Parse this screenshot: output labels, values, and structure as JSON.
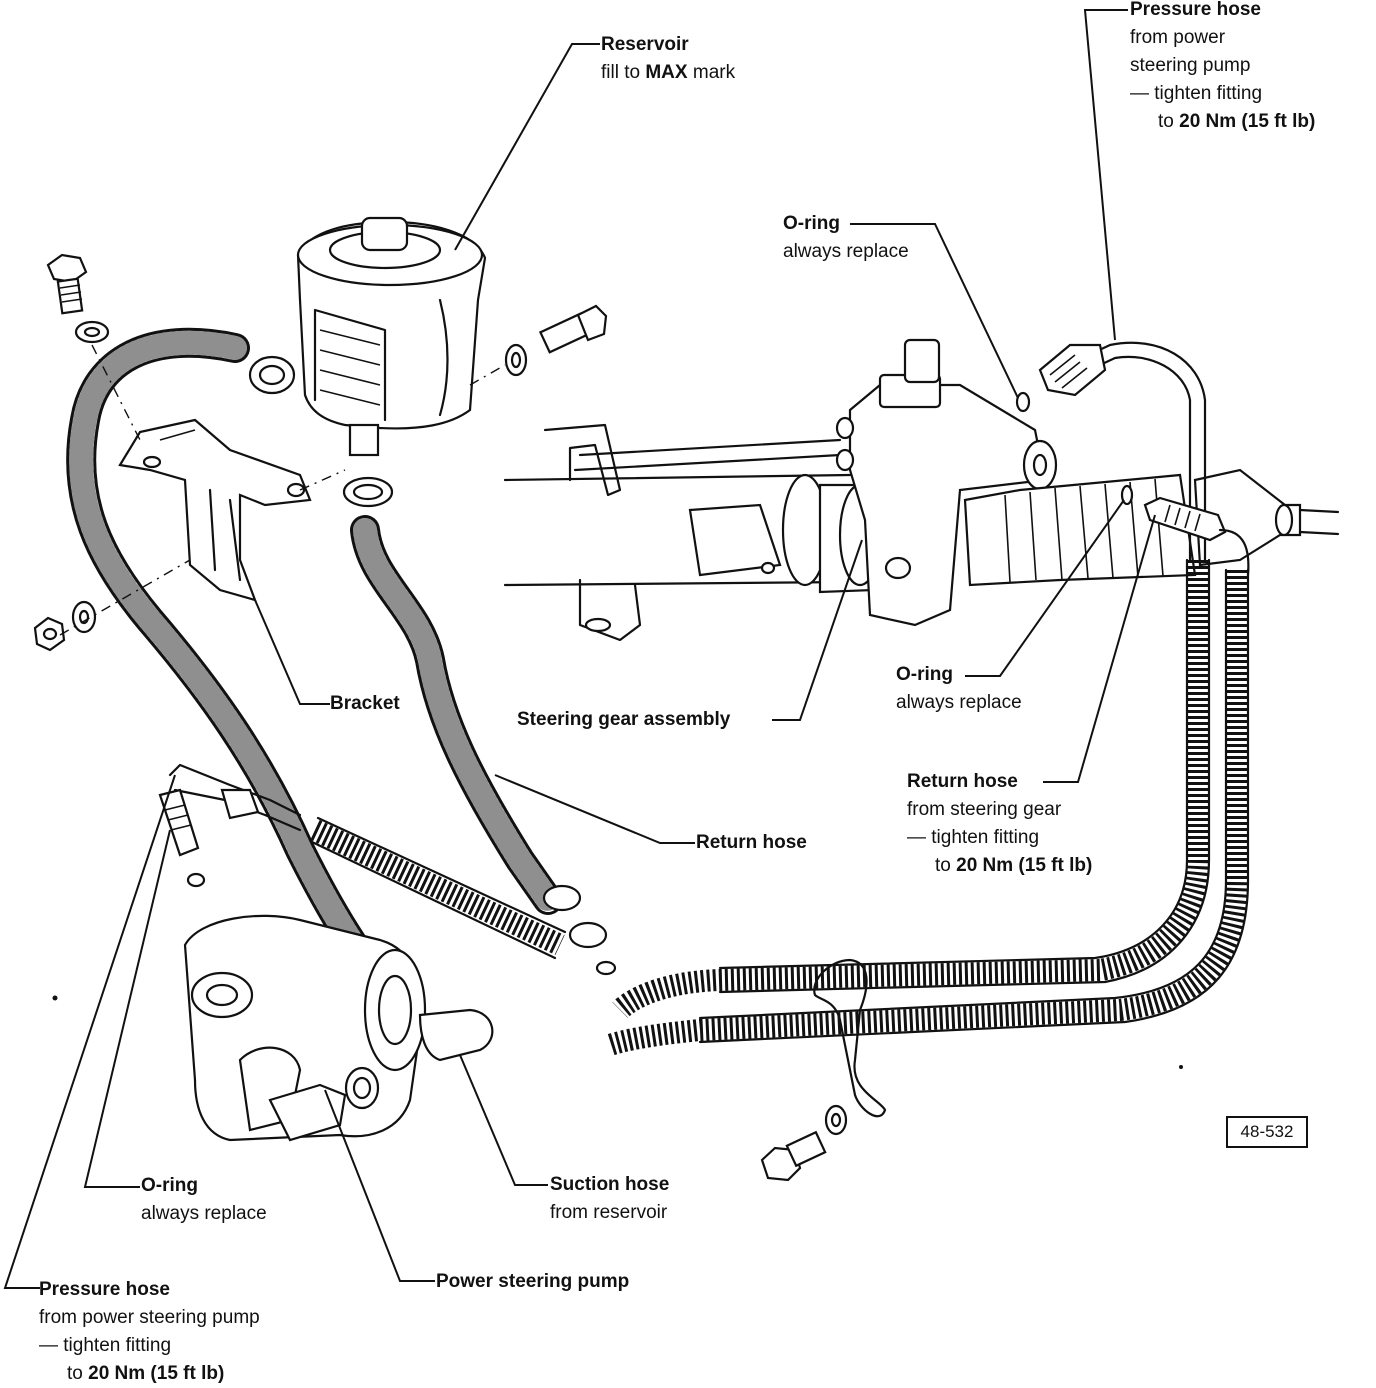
{
  "labels": {
    "reservoir": {
      "title": "Reservoir",
      "line1_pre": "fill to ",
      "line1_bold": "MAX",
      "line1_post": " mark"
    },
    "pressure_hose_top": {
      "title": "Pressure hose",
      "line1": "from power",
      "line2": "steering pump",
      "line3": "— tighten fitting",
      "line4_pre": "to ",
      "line4_bold": "20 Nm (15 ft lb)"
    },
    "o_ring_top": {
      "title": "O-ring",
      "line1": "always replace"
    },
    "bracket": {
      "title": "Bracket"
    },
    "steering_gear_assembly": {
      "title": "Steering gear assembly"
    },
    "o_ring_mid": {
      "title": "O-ring",
      "line1": "always replace"
    },
    "return_hose_gear": {
      "title": "Return hose",
      "line1": "from steering gear",
      "line2": "— tighten fitting",
      "line3_pre": "to ",
      "line3_bold": "20 Nm (15 ft lb)"
    },
    "return_hose": {
      "title": "Return hose"
    },
    "o_ring_pump": {
      "title": "O-ring",
      "line1": "always replace"
    },
    "suction_hose": {
      "title": "Suction hose",
      "line1": "from reservoir"
    },
    "pressure_hose_bottom": {
      "title": "Pressure hose",
      "line1": "from power steering pump",
      "line2": "— tighten fitting",
      "line3_pre": "to ",
      "line3_bold": "20 Nm (15 ft lb)"
    },
    "power_steering_pump": {
      "title": "Power steering pump"
    }
  },
  "figure_number": "48-532"
}
